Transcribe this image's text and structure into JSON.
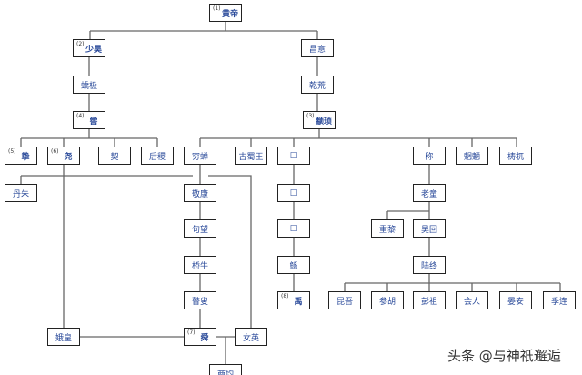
{
  "nodes": {
    "huangdi": {
      "num": "(1)",
      "label": "黄帝"
    },
    "shaohao": {
      "num": "(2)",
      "label": "少昊"
    },
    "changyi": {
      "label": "昌意"
    },
    "jiaoji": {
      "label": "蟜极"
    },
    "qianhuang": {
      "label": "乾荒"
    },
    "ku": {
      "num": "(4)",
      "label": "喾"
    },
    "zhuanxu": {
      "num": "(3)",
      "label": "颛顼"
    },
    "zhi": {
      "num": "(5)",
      "label": "挚"
    },
    "yao": {
      "num": "(6)",
      "label": "尧"
    },
    "xie": {
      "label": "契"
    },
    "houji": {
      "label": "后稷"
    },
    "qiongchan": {
      "label": "穷蝉"
    },
    "gushuwang": {
      "label": "古蜀王"
    },
    "unknown1": {
      "label": "□"
    },
    "cheng": {
      "label": "称"
    },
    "wangliang": {
      "label": "魍魉"
    },
    "taowu": {
      "label": "梼杌"
    },
    "danzhu": {
      "label": "丹朱"
    },
    "jingkang": {
      "label": "敬康"
    },
    "unknown2": {
      "label": "□"
    },
    "laotong": {
      "label": "老童"
    },
    "juwang": {
      "label": "句望"
    },
    "unknown3": {
      "label": "□"
    },
    "zhongli": {
      "label": "重黎"
    },
    "wuhui": {
      "label": "吴回"
    },
    "qiaoniu": {
      "label": "桥牛"
    },
    "gun": {
      "label": "鲧"
    },
    "luzhong": {
      "label": "陆终"
    },
    "gusou": {
      "label": "瞽叟"
    },
    "yu": {
      "num": "(8)",
      "label": "禹"
    },
    "kunwu": {
      "label": "昆吾"
    },
    "canhu": {
      "label": "参胡"
    },
    "pengzu": {
      "label": "彭祖"
    },
    "huiren": {
      "label": "会人"
    },
    "yanan": {
      "label": "晏安"
    },
    "jilian": {
      "label": "季连"
    },
    "ehuang": {
      "label": "娥皇"
    },
    "shun": {
      "num": "(7)",
      "label": "舜"
    },
    "nvying": {
      "label": "女英"
    },
    "shangjun": {
      "label": "商均"
    }
  },
  "watermark": "头条 @与神祇邂逅"
}
